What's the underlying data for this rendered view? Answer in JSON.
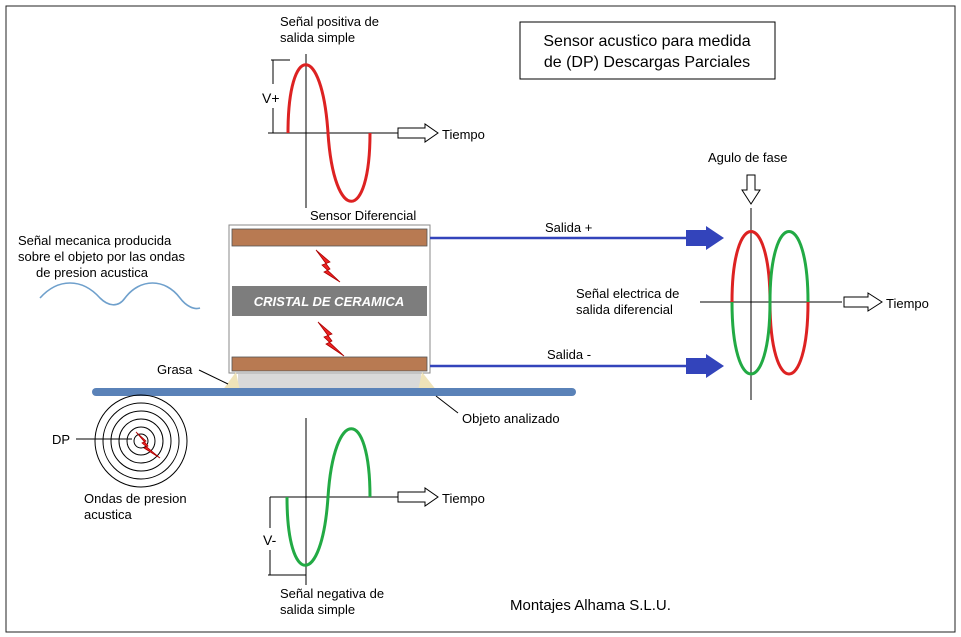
{
  "title": {
    "line1": "Sensor acustico para medida",
    "line2": "de (DP) Descargas Parciales"
  },
  "positive_signal": {
    "label_line1": "Señal positiva de",
    "label_line2": "salida simple",
    "axis_label": "V+",
    "time_label": "Tiempo"
  },
  "negative_signal": {
    "label_line1": "Señal negativa de",
    "label_line2": "salida simple",
    "axis_label": "V-",
    "time_label": "Tiempo"
  },
  "sensor": {
    "label": "Sensor Diferencial",
    "crystal_label": "CRISTAL DE CERAMICA"
  },
  "mechanical_signal": {
    "line1": "Señal mecanica producida",
    "line2": "sobre el objeto por las ondas",
    "line3": "de presion acustica"
  },
  "outputs": {
    "plus": "Salida +",
    "minus": "Salida -"
  },
  "differential": {
    "phase_label": "Agulo de fase",
    "line1": "Señal electrica de",
    "line2": "salida diferencial",
    "time_label": "Tiempo"
  },
  "grease_label": "Grasa",
  "object_label": "Objeto analizado",
  "dp_label": "DP",
  "pressure_waves": {
    "line1": "Ondas de presion",
    "line2": "acustica"
  },
  "company": "Montajes Alhama S.L.U.",
  "colors": {
    "red": "#dd2222",
    "green": "#22aa44",
    "plate": "#b87a52",
    "crystal": "#7d7d7d",
    "arrow_blue": "#3344bb",
    "object_bar": "#5a82b8",
    "wave_blue": "#6fa0cc",
    "grease": "#efe3b8"
  }
}
